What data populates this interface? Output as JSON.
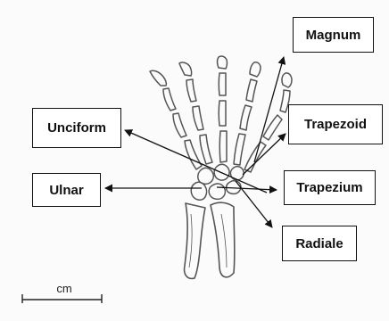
{
  "labels": {
    "magnum": "Magnum",
    "trapezoid": "Trapezoid",
    "unciform": "Unciform",
    "trapezium": "Trapezium",
    "ulnar": "Ulnar",
    "radiale": "Radiale"
  },
  "scale_bar": {
    "unit": "cm"
  }
}
